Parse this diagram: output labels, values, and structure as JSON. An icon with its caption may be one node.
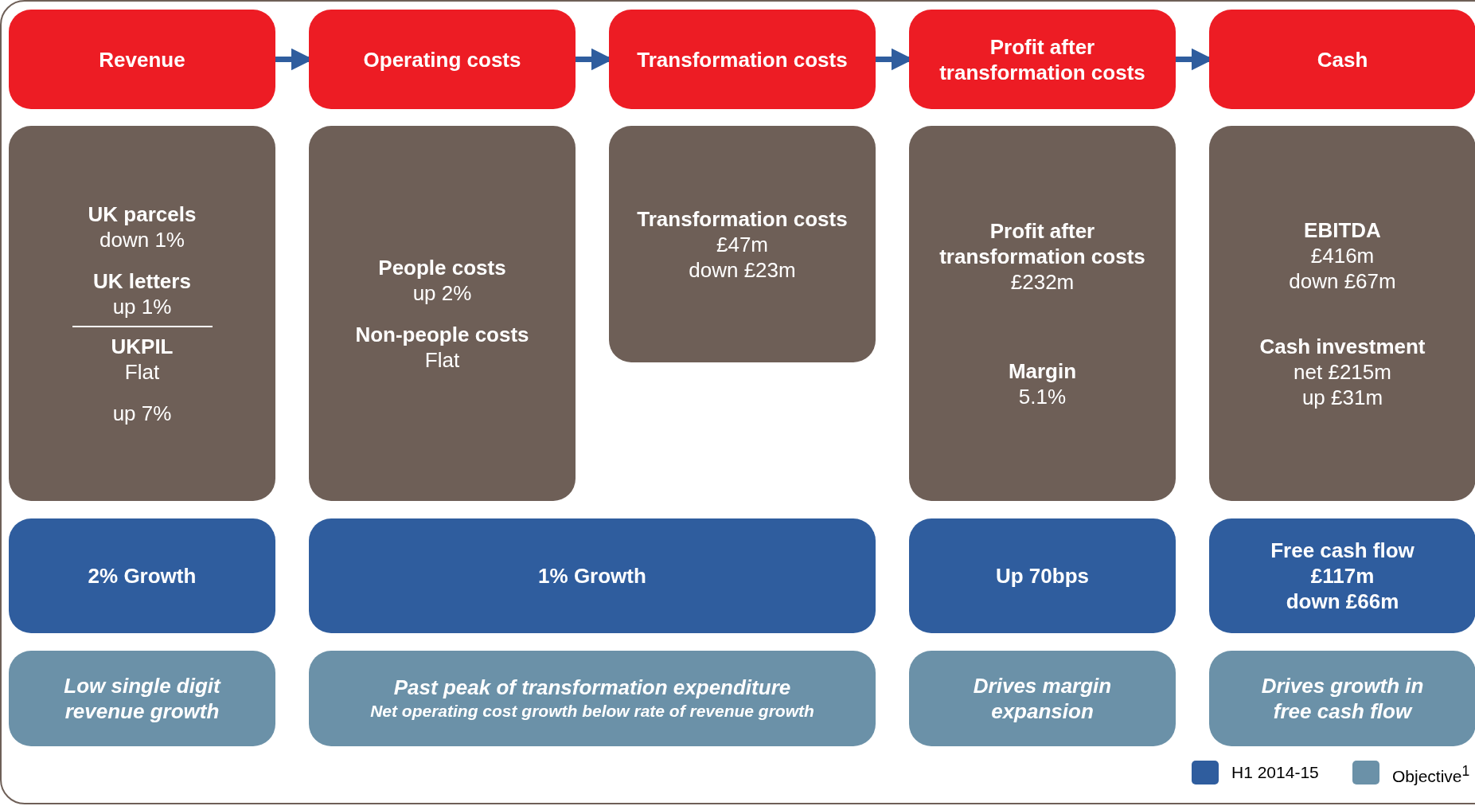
{
  "diagram": {
    "nodes": [
      {
        "text": [
          "Revenue"
        ]
      },
      {
        "text": [
          "Operating costs"
        ]
      },
      {
        "text": [
          "Transformation costs"
        ]
      },
      {
        "text": [
          "Profit after transformation costs"
        ]
      },
      {
        "text": [
          "Cash"
        ]
      },
      {
        "text": [
          "UK parcels",
          "down 1%",
          "UK letters",
          "up 1%",
          "UKPIL",
          "Flat",
          "up 7%"
        ]
      },
      {
        "text": [
          "People costs",
          "up 2%",
          "Non-people costs",
          "Flat"
        ]
      },
      {
        "text": [
          "Transformation costs",
          "£47m",
          "down £23m"
        ]
      },
      {
        "text": [
          "Profit after transformation costs",
          "£232m",
          "Margin",
          "5.1%"
        ]
      },
      {
        "text": [
          "EBITDA",
          "£416m",
          "down £67m",
          "Cash investment",
          "net £215m",
          "up £31m"
        ]
      },
      {
        "text": [
          "2% Growth"
        ]
      },
      {
        "text": [
          "1% Growth"
        ]
      },
      {
        "text": [
          "Up 70bps"
        ]
      },
      {
        "text": [
          "Free cash flow",
          "£117m",
          "down £66m"
        ]
      },
      {
        "text": [
          "Low single digit revenue growth"
        ]
      },
      {
        "text": [
          "Past peak of transformation expenditure",
          "Net operating cost growth below rate of revenue growth"
        ]
      },
      {
        "text": [
          "Drives margin expansion"
        ]
      },
      {
        "text": [
          "Drives growth in free cash flow"
        ]
      }
    ],
    "edges": [
      {
        "from": 0,
        "to": 1,
        "arrow": "to"
      },
      {
        "from": 1,
        "to": 2,
        "arrow": "to"
      },
      {
        "from": 2,
        "to": 3,
        "arrow": "to"
      },
      {
        "from": 3,
        "to": 4,
        "arrow": "to"
      }
    ],
    "legend": [
      {
        "text": "H1 2014-15",
        "color": "#2f5d9e"
      },
      {
        "text": "Objective$^{1}$",
        "color": "#6b91a8"
      }
    ]
  }
}
